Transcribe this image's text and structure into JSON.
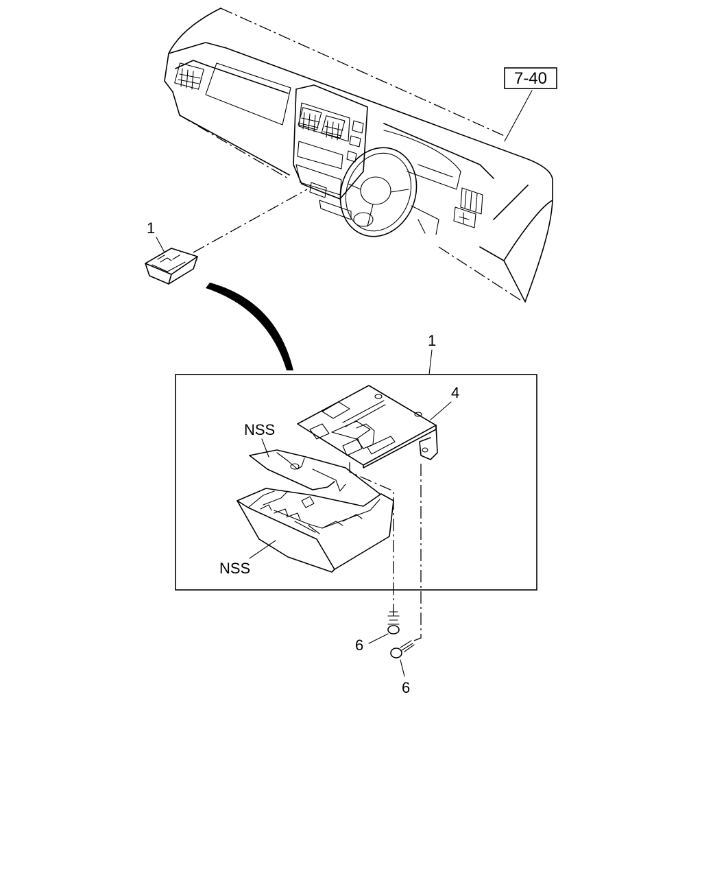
{
  "diagram": {
    "ref_box_label": "7-40",
    "callouts": {
      "glovebox_assembly_top": "1",
      "glovebox_assembly_detail": "1",
      "bracket": "4",
      "screw_left": "6",
      "screw_right": "6",
      "lid_upper": "NSS",
      "box_lower": "NSS"
    }
  }
}
